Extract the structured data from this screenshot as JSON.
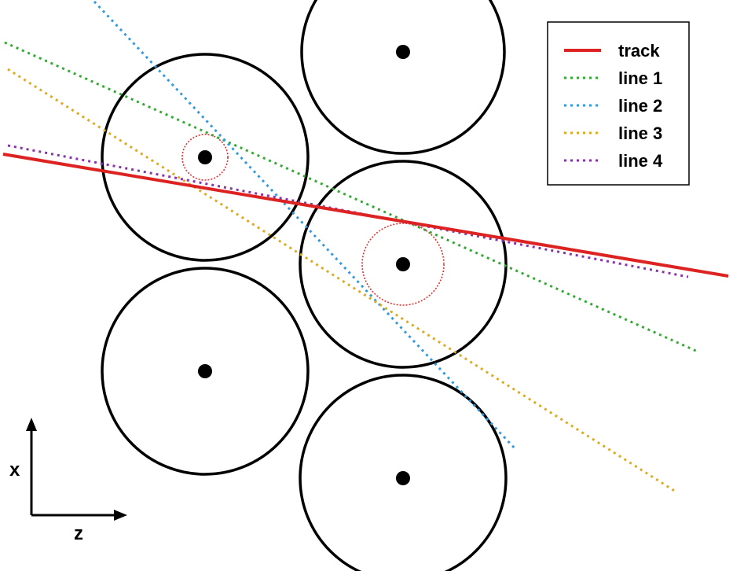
{
  "colors": {
    "track": "#dd2222",
    "line_1": "#33aa33",
    "line_2": "#3399dd",
    "line_3": "#ddaa22",
    "line_4": "#8833aa",
    "drift_circle": "#dd3333",
    "tube": "#000000"
  },
  "legend": {
    "position": "top-right",
    "items": [
      {
        "label": "track",
        "style": "solid",
        "color": "#dd2222"
      },
      {
        "label": "line 1",
        "style": "dotted",
        "color": "#33aa33"
      },
      {
        "label": "line 2",
        "style": "dotted",
        "color": "#3399dd"
      },
      {
        "label": "line 3",
        "style": "dotted",
        "color": "#ddaa22"
      },
      {
        "label": "line 4",
        "style": "dotted",
        "color": "#8833aa"
      }
    ]
  },
  "axes": {
    "vertical_label": "x",
    "horizontal_label": "z"
  }
}
